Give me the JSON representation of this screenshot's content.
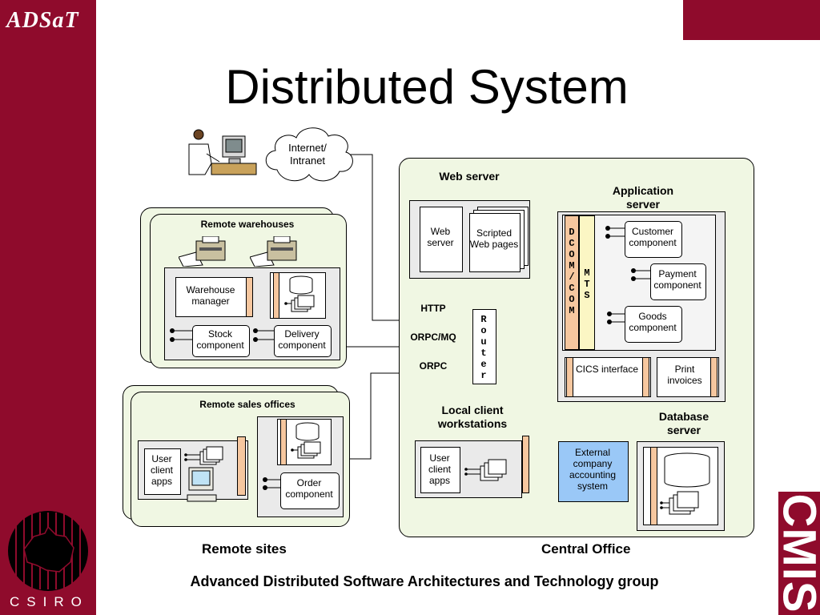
{
  "logos": {
    "adsat": "ADSaT",
    "cmis": "CMIS",
    "csiro": "CSIRO"
  },
  "title": "Distributed System",
  "cloud": {
    "label": "Internet/ Intranet"
  },
  "remote_warehouses": {
    "heading": "Remote warehouses",
    "warehouse_manager": "Warehouse manager",
    "stock_component": "Stock component",
    "delivery_component": "Delivery component"
  },
  "remote_sales": {
    "heading": "Remote sales offices",
    "user_client_apps": "User client apps",
    "order_component": "Order component"
  },
  "web_server": {
    "heading": "Web server",
    "web_server_box": "Web server",
    "scripted_pages": "Scripted Web pages"
  },
  "application_server": {
    "heading": "Application server",
    "dcom": "DCOM/COM",
    "mts": "MTS",
    "customer_component": "Customer component",
    "payment_component": "Payment component",
    "goods_component": "Goods component",
    "cics_interface": "CICS interface",
    "print_invoices": "Print invoices"
  },
  "router": {
    "label": "Router"
  },
  "protocols": {
    "http": "HTTP",
    "orpc_mq": "ORPC/MQ",
    "orpc": "ORPC"
  },
  "local_clients": {
    "heading": "Local client workstations",
    "user_client_apps": "User client apps"
  },
  "external_system": "External company accounting system",
  "database_server": {
    "heading": "Database server"
  },
  "captions": {
    "remote_sites": "Remote sites",
    "central_office": "Central Office"
  },
  "footer": "Advanced Distributed Software Architectures and Technology group",
  "colors": {
    "brand": "#8f0b2c",
    "panel": "#f0f7e3",
    "inner": "#eaeaea",
    "bar": "#f6c79f",
    "external": "#9ac8f7"
  }
}
